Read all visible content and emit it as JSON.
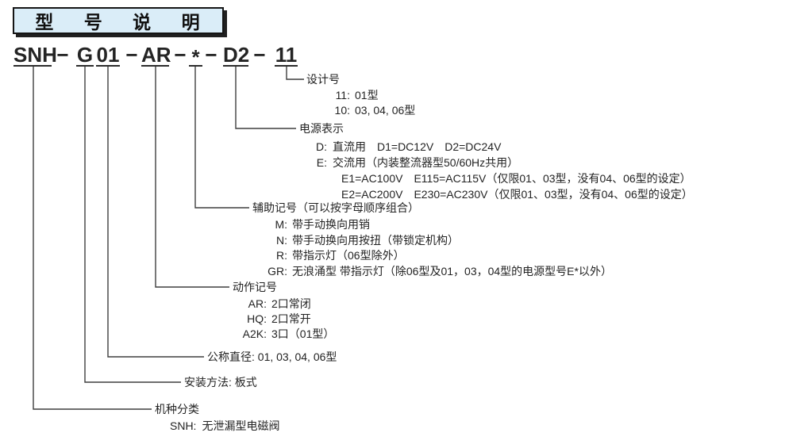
{
  "title_box": {
    "label": "型 号 说 明"
  },
  "model_code": {
    "full": "SNH−G01−AR−*−D2−11",
    "tokens": [
      {
        "text": "SNH",
        "underlined": true
      },
      {
        "text": "−",
        "underlined": false
      },
      {
        "text": "G",
        "underlined": true
      },
      {
        "text": "01",
        "underlined": true
      },
      {
        "text": "−",
        "underlined": false
      },
      {
        "text": "AR",
        "underlined": true
      },
      {
        "text": "−",
        "underlined": false
      },
      {
        "text": "*",
        "underlined": true
      },
      {
        "text": "−",
        "underlined": false
      },
      {
        "text": "D2",
        "underlined": true
      },
      {
        "text": "−",
        "underlined": false
      },
      {
        "text": "11",
        "underlined": true
      }
    ]
  },
  "sections": {
    "design_number": {
      "heading": "设计号",
      "rows": [
        {
          "key": "11:",
          "text": "01型"
        },
        {
          "key": "10:",
          "text": "03, 04, 06型"
        }
      ]
    },
    "power": {
      "heading": "电源表示",
      "row_d": {
        "key": "D:",
        "text": "直流用　D1=DC12V　D2=DC24V"
      },
      "row_e": {
        "key": "E:",
        "text": "交流用（内装整流器型50/60Hz共用）"
      },
      "row_e1": {
        "text": "E1=AC100V　E115=AC115V（仅限01、03型，没有04、06型的设定）"
      },
      "row_e2": {
        "text": "E2=AC200V　E230=AC230V（仅限01、03型，没有04、06型的设定）"
      }
    },
    "auxiliary": {
      "heading": "辅助记号（可以按字母顺序组合）",
      "rows": [
        {
          "key": "M:",
          "text": "带手动换向用销"
        },
        {
          "key": "N:",
          "text": "带手动换向用按扭（带锁定机构）"
        },
        {
          "key": "R:",
          "text": "带指示灯（06型除外）"
        },
        {
          "key": "GR:",
          "text": "无浪涌型 带指示灯（除06型及01，03，04型的电源型号E*以外）"
        }
      ]
    },
    "action": {
      "heading": "动作记号",
      "rows": [
        {
          "key": "AR:",
          "text": "2口常闭"
        },
        {
          "key": "HQ:",
          "text": "2口常开"
        },
        {
          "key": "A2K:",
          "text": "3口（01型）"
        }
      ]
    },
    "diameter": {
      "text": "公称直径: 01, 03, 04, 06型"
    },
    "mounting": {
      "text": "安装方法: 板式"
    },
    "machine_class": {
      "heading": "机种分类",
      "row": {
        "key": "SNH:",
        "text": "无泄漏型电磁阀"
      }
    }
  },
  "colors": {
    "title_bg": "#daedf8",
    "title_border": "#151515",
    "title_shadow": "#202020",
    "line": "#3f3f3f",
    "text": "#232323"
  }
}
